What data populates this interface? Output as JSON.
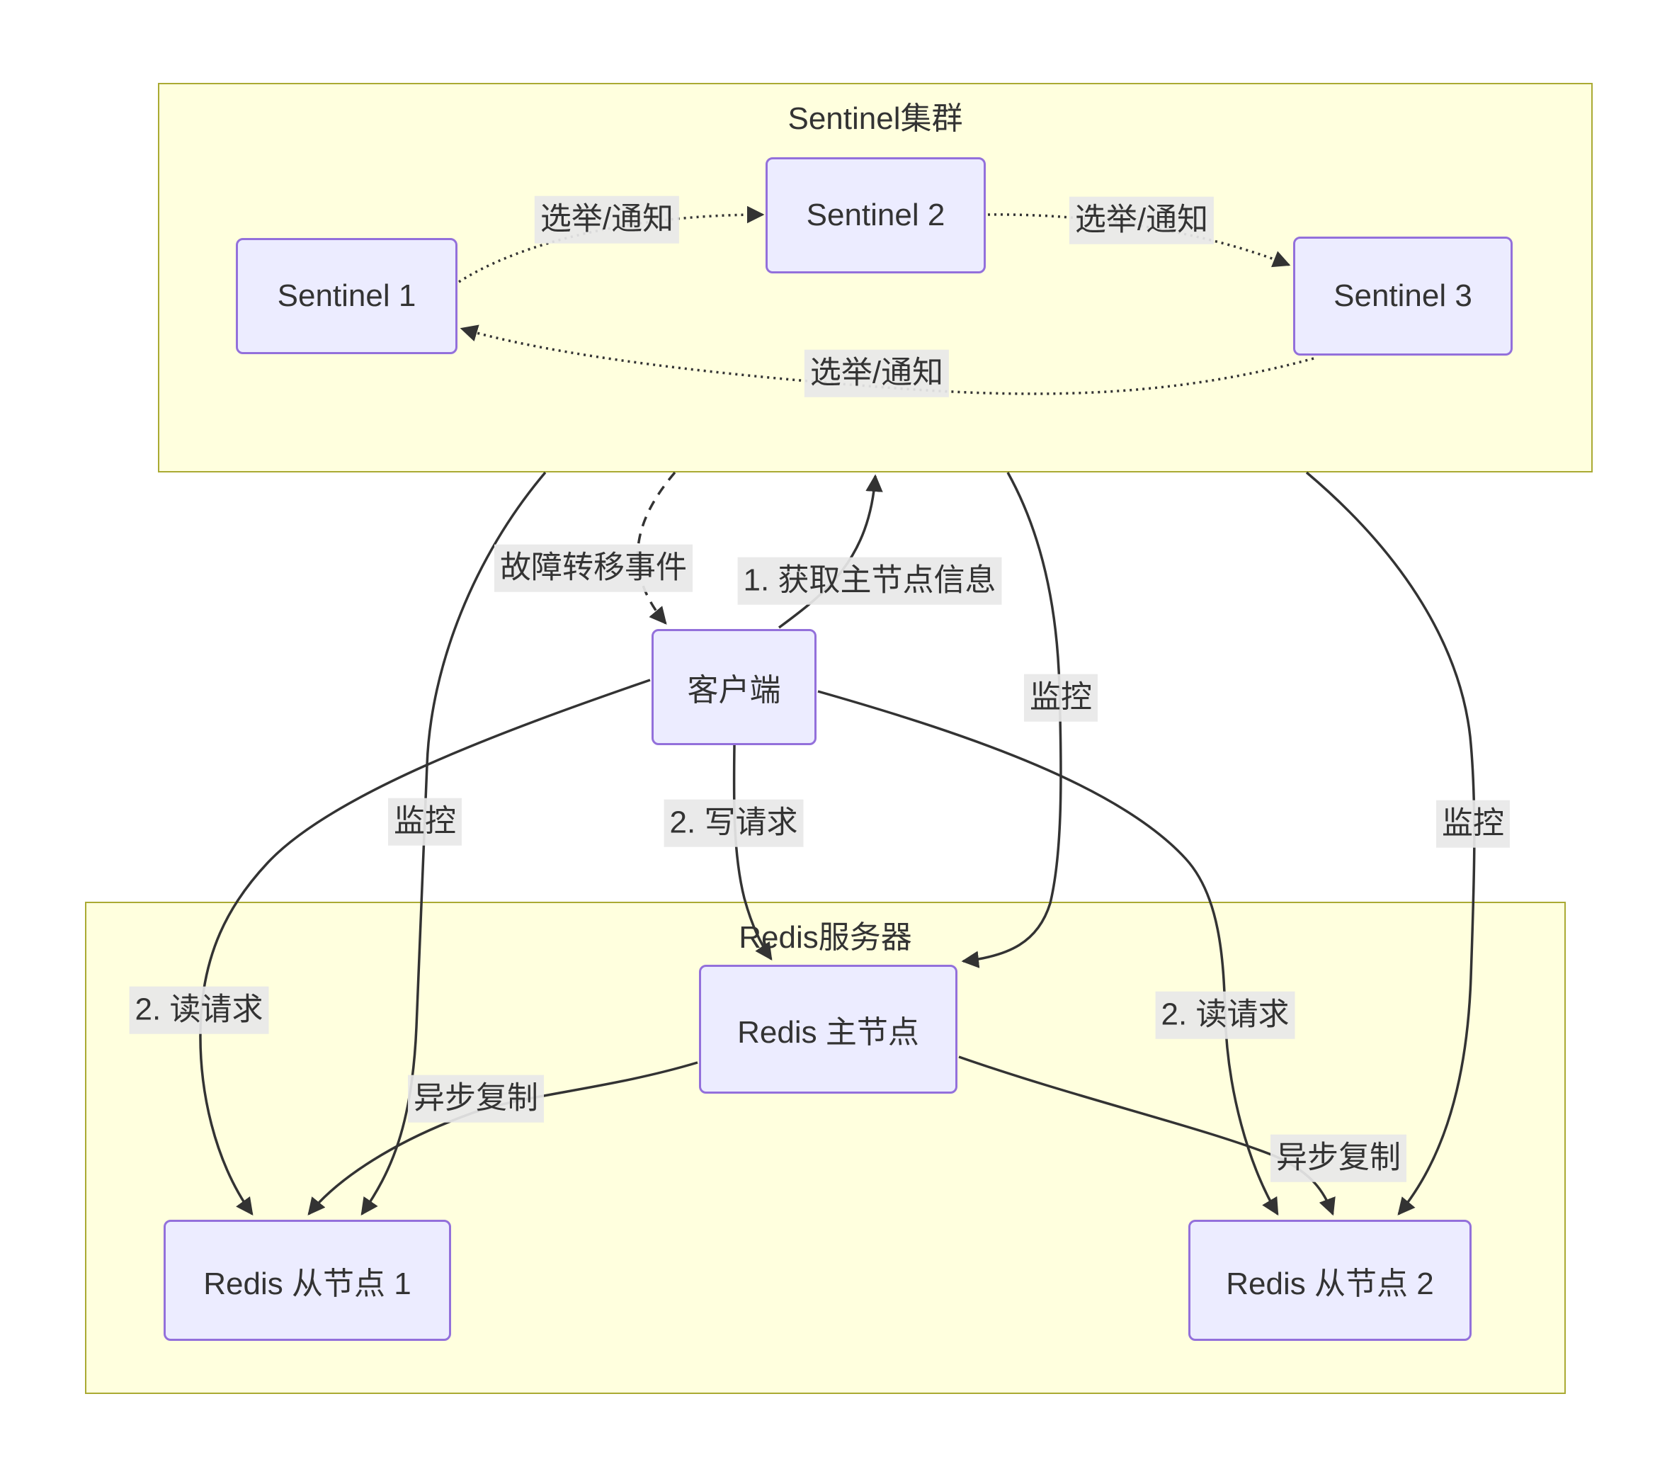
{
  "diagram": {
    "clusters": {
      "sentinel": {
        "title": "Sentinel集群"
      },
      "redis": {
        "title": "Redis服务器"
      }
    },
    "nodes": {
      "sentinel1": "Sentinel 1",
      "sentinel2": "Sentinel 2",
      "sentinel3": "Sentinel 3",
      "client": "客户端",
      "master": "Redis 主节点",
      "slave1": "Redis 从节点 1",
      "slave2": "Redis 从节点 2"
    },
    "edge_labels": {
      "election_s1_s2": "选举/通知",
      "election_s2_s3": "选举/通知",
      "election_s3_s1": "选举/通知",
      "failover_event": "故障转移事件",
      "get_master_info": "1. 获取主节点信息",
      "monitor_left": "监控",
      "monitor_middle": "监控",
      "monitor_right": "监控",
      "write_request": "2. 写请求",
      "read_request_left": "2. 读请求",
      "read_request_right": "2. 读请求",
      "async_replication_left": "异步复制",
      "async_replication_right": "异步复制"
    },
    "colors": {
      "cluster_fill": "#ffffde",
      "cluster_border": "#aaaa33",
      "node_fill": "#ececff",
      "node_border": "#9370db",
      "edge": "#333333",
      "edge_label_bg": "#e8e8e8",
      "text": "#333333"
    }
  }
}
